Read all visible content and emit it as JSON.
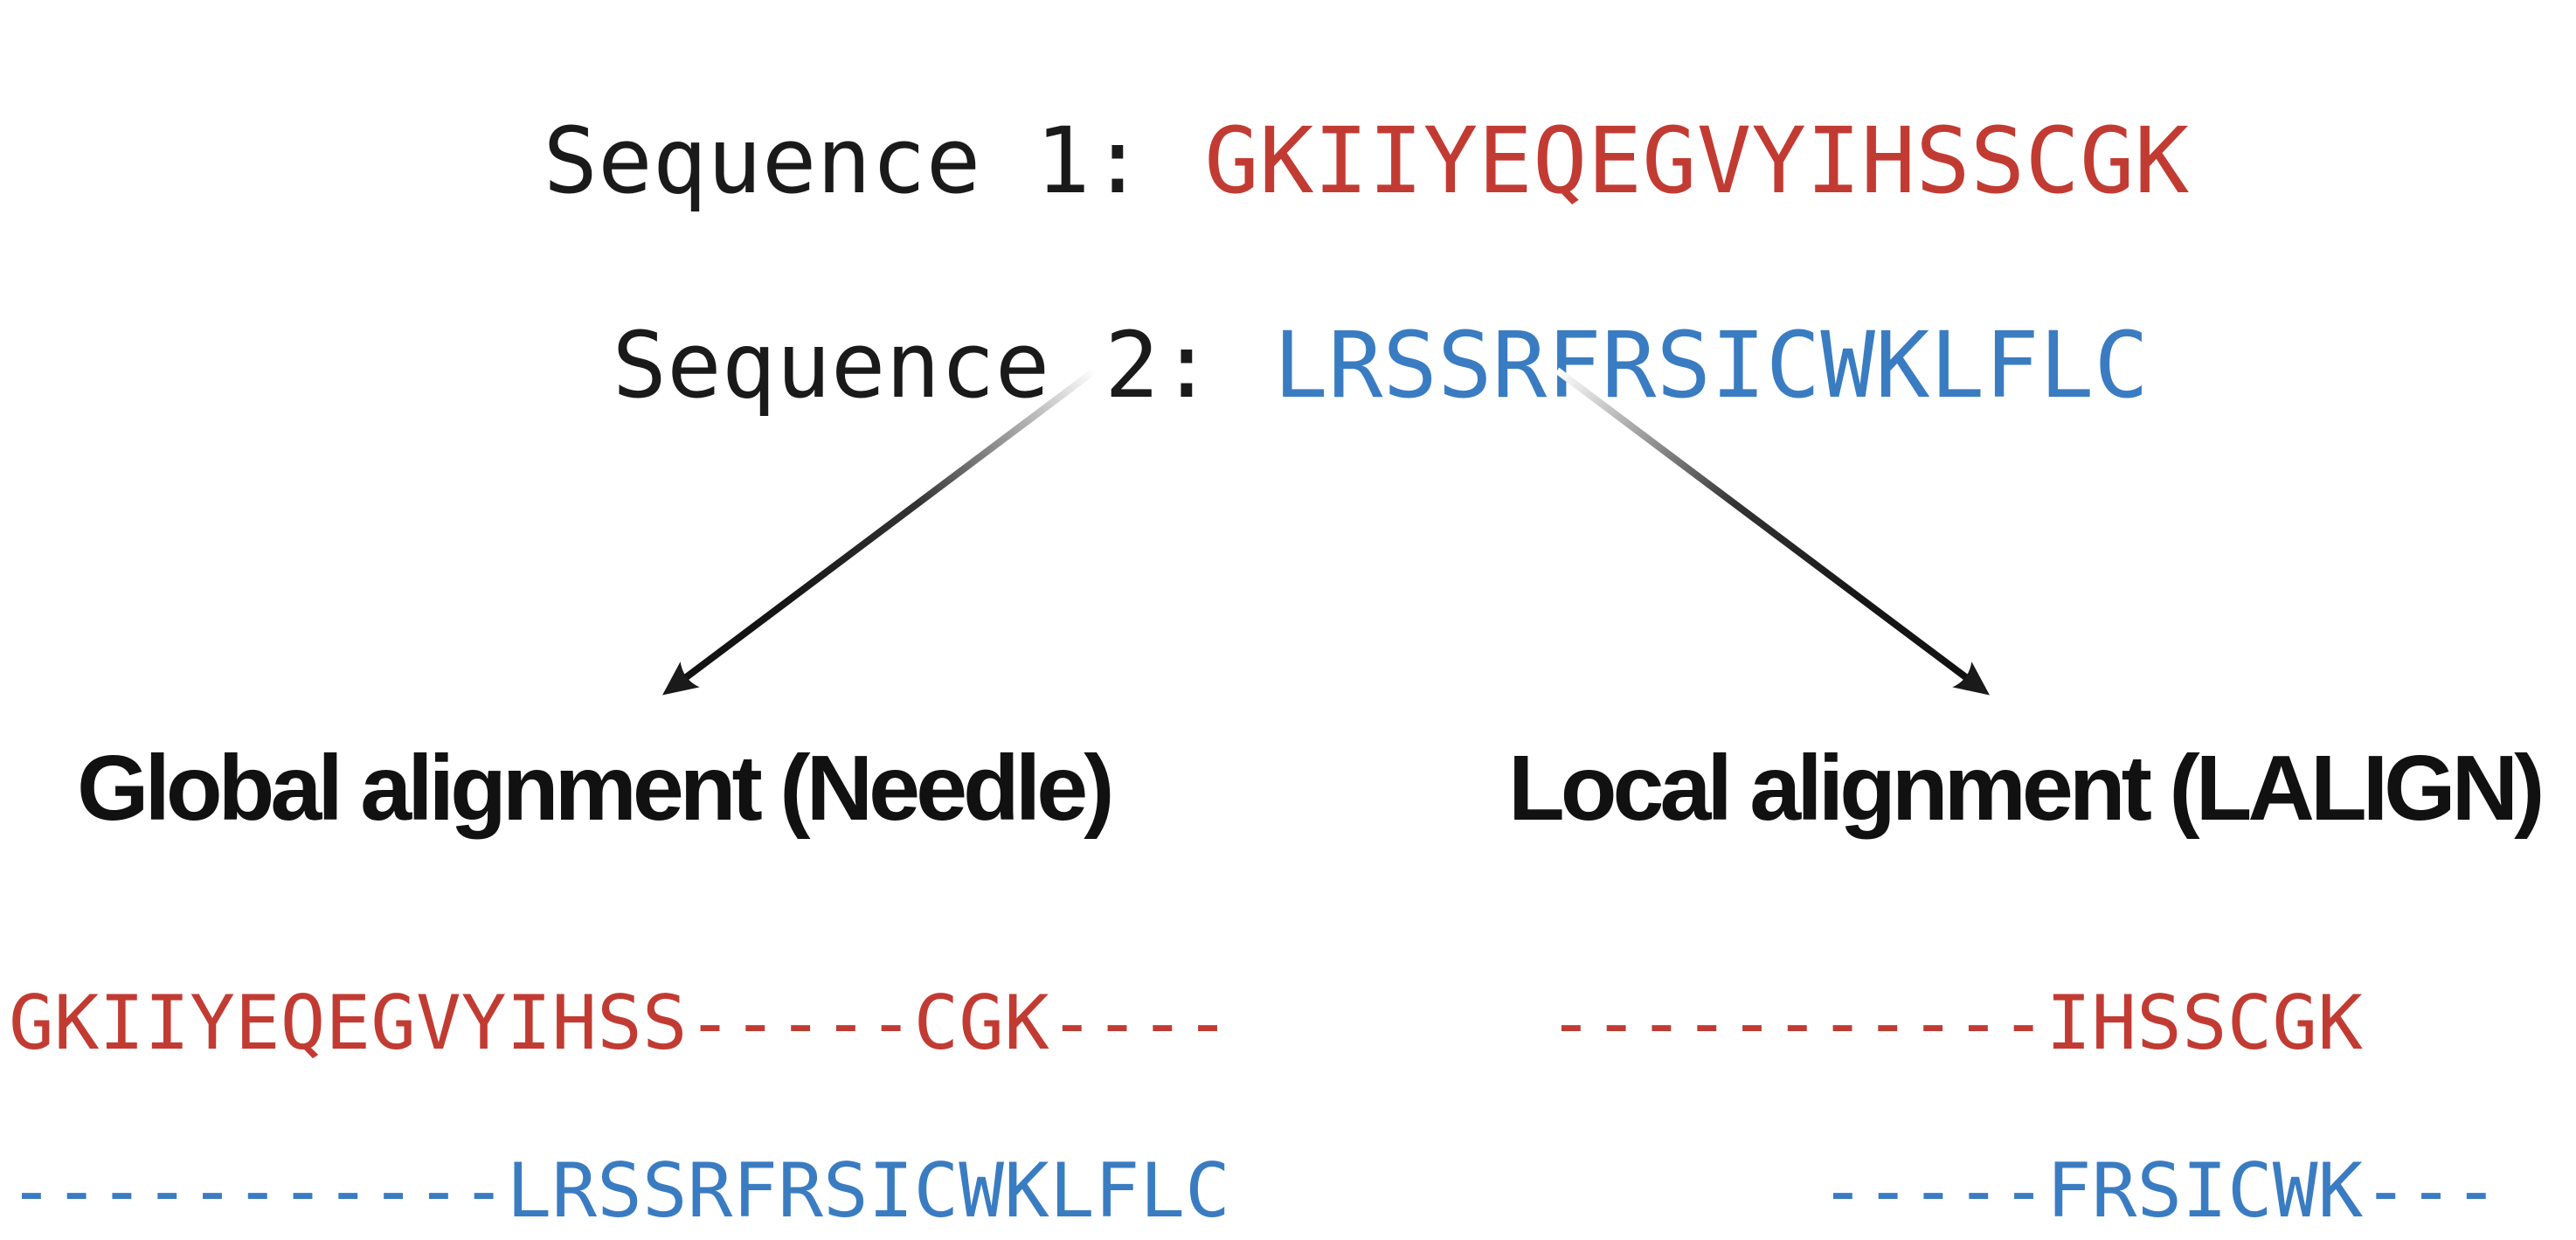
{
  "title_lines": {
    "seq1": {
      "label": "Sequence 1:",
      "value": "GKIIYEQEGVYIHSSCGK"
    },
    "seq2": {
      "label": "Sequence 2:",
      "value": "LRSSRFRSICWKLFLC"
    }
  },
  "branches": {
    "global": {
      "heading": "Global alignment (Needle)",
      "seq1_aligned": "GKIIYEQEGVYIHSS-----CGK----",
      "seq2_aligned": "-----------LRSSRFRSICWKLFLC"
    },
    "local": {
      "heading": "Local alignment (LALIGN)",
      "seq1_aligned": "-----------IHSSCGK",
      "seq2_aligned": "-----FRSICWK---"
    }
  },
  "icons": {
    "left_arrow": "arrow-down-left",
    "right_arrow": "arrow-down-right"
  },
  "colors": {
    "sequence1": "#c23b32",
    "sequence2": "#3a7cc2",
    "heading": "#111111",
    "label": "#1a1a1a",
    "arrow_dark": "#1a1a1a",
    "background": "#ffffff"
  }
}
